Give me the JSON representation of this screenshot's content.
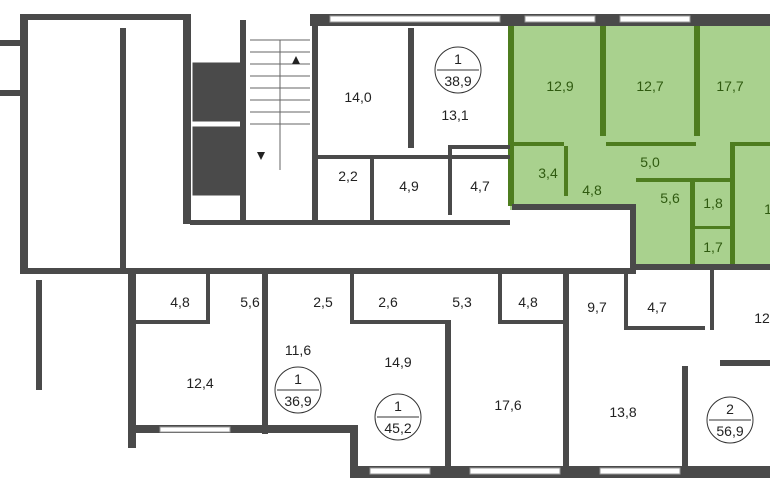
{
  "colors": {
    "highlight": "#a9d18e",
    "highlight_wall": "#4e7d1f",
    "wall": "#4a4a4a"
  },
  "rooms_top": [
    {
      "id": "r14_0",
      "area": "14,0"
    },
    {
      "id": "r13_1",
      "area": "13,1"
    },
    {
      "id": "r2_2",
      "area": "2,2"
    },
    {
      "id": "r4_9",
      "area": "4,9"
    },
    {
      "id": "r4_7a",
      "area": "4,7"
    }
  ],
  "apartment_highlighted": {
    "rooms": [
      "12,9",
      "12,7",
      "17,7",
      "5,0",
      "3,4",
      "4,8",
      "5,6",
      "1,8",
      "1,7",
      "1"
    ]
  },
  "rooms_bottom": [
    "4,8",
    "5,6",
    "2,5",
    "2,6",
    "5,3",
    "4,8",
    "9,7",
    "4,7",
    "12",
    "11,6",
    "12,4",
    "14,9",
    "17,6",
    "13,8"
  ],
  "apartments": [
    {
      "rooms": "1",
      "area": "38,9"
    },
    {
      "rooms": "1",
      "area": "36,9"
    },
    {
      "rooms": "1",
      "area": "45,2"
    },
    {
      "rooms": "2",
      "area": "56,9"
    }
  ]
}
